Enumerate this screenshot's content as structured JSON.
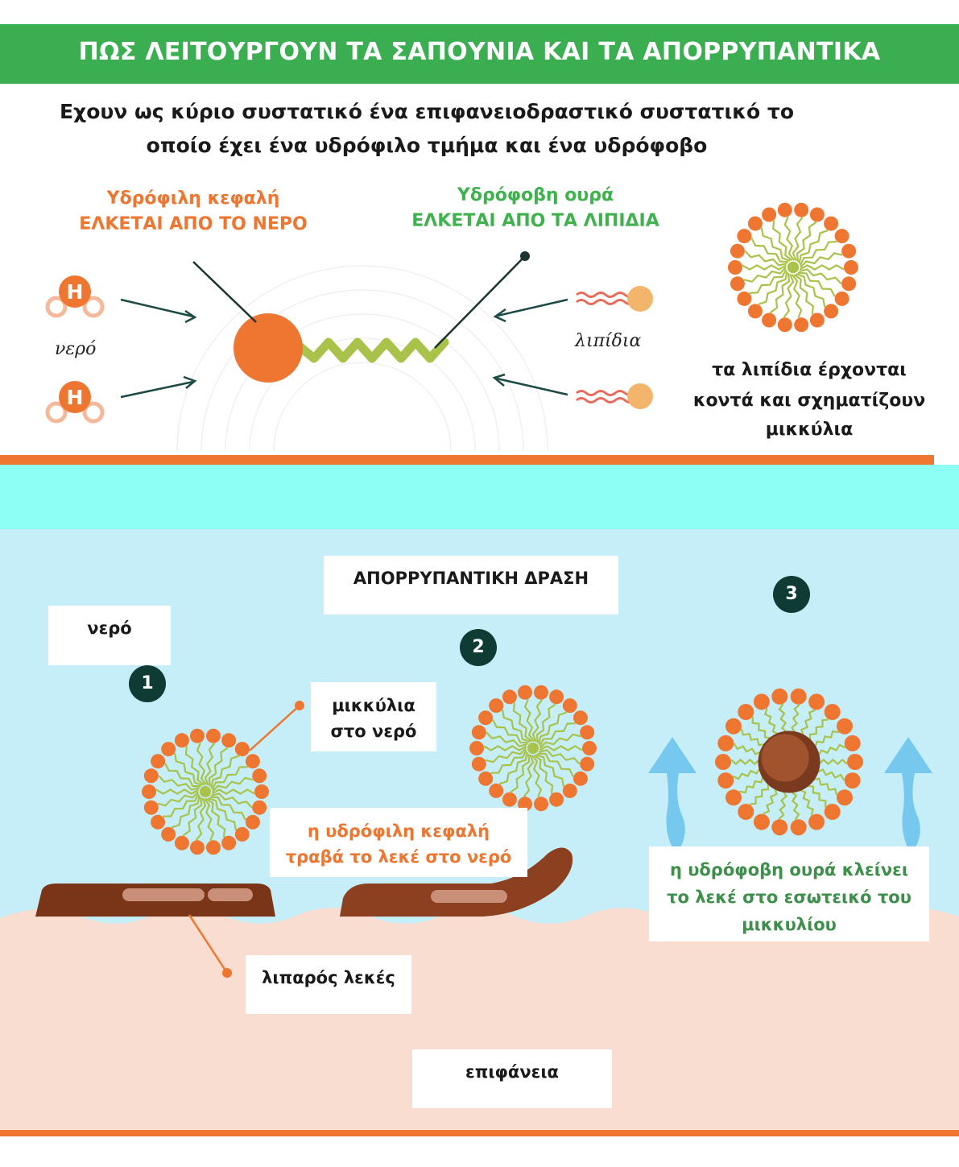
{
  "title": "ΠΩΣ ΛΕΙΤΟΥΡΓΟΥΝ ΤΑ ΣΑΠΟΥΝΙΑ ΚΑΙ ΤΑ ΑΠΟΡΡΥΠΑΝΤΙΚΑ",
  "intro": {
    "line1": "Εχουν ως κύριο συστατικό ένα επιφανειοδραστικό συστατικό  το",
    "line2": "οποίο έχει ένα υδρόφιλο τμήμα και ένα υδρόφοβο"
  },
  "molecule": {
    "head_label": "Υδρόφιλη κεφαλή",
    "head_attract": "ΕΛΚΕΤΑΙ ΑΠΟ ΤΟ ΝΕΡΟ",
    "tail_label": "Υδρόφοβη ουρά",
    "tail_attract": "ΕΛΚΕΤΑΙ ΑΠΟ ΤΑ ΛΙΠΙΔΙΑ",
    "water_label": "νερό",
    "water_atom": "H",
    "lipids_label": "λιπίδια"
  },
  "micelle_caption": {
    "line1": "τα λιπίδια έρχονται",
    "line2": "κοντά και σχηματίζουν",
    "line3": "μικκύλια"
  },
  "process": {
    "title": "ΑΠΟΡΡΥΠΑΝΤΙΚΗ ΔΡΑΣΗ",
    "water_label": "νερό",
    "step1": "1",
    "step2": "2",
    "step3": "3",
    "micelles_label_l1": "μικκύλια",
    "micelles_label_l2": "στο νερό",
    "head_pull_l1": "η υδρόφιλη κεφαλή",
    "head_pull_l2": "τραβά το λεκέ στο νερό",
    "tail_close_l1": "η υδρόφοβη ουρά κλείνει",
    "tail_close_l2": "το λεκέ στο εσωτεικό του",
    "tail_close_l3": "μικκυλίου",
    "stain_label": "λιπαρός λεκές",
    "surface_label": "επιφάνεια"
  },
  "colors": {
    "title_green": "#3aae51",
    "head_orange": "#ee7630",
    "tail_green": "#a9c24a",
    "label_green": "#3fb24d",
    "step_dark": "#0f3b35",
    "water_top": "#8efff5",
    "water": "#c6eef8",
    "surface": "#f9ddd0",
    "stain_brown": "#7a3518"
  }
}
